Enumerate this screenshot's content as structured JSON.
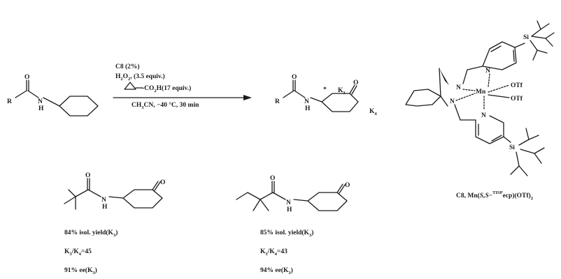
{
  "reactant": {
    "label_R": "R",
    "label_O": "O",
    "label_NH": "N",
    "label_H": "H"
  },
  "conditions": {
    "catalyst": "C8 (2%)",
    "oxidant_pre": "H",
    "oxidant_sub1": "2",
    "oxidant_mid": "O",
    "oxidant_sub2": "2",
    "oxidant_post": ", (3.5 equiv.)",
    "acid_pre": "-CO",
    "acid_sub": "2",
    "acid_post": "H(17 equiv.)",
    "solvent_pre": "CH",
    "solvent_sub": "3",
    "solvent_post": "CN, −40 °C, 30 min"
  },
  "product": {
    "label_R": "R",
    "label_O": "O",
    "label_NH": "N",
    "label_H": "H",
    "star": "*",
    "ring_O": "O",
    "k3": "K",
    "k3_sub": "3",
    "k4": "K",
    "k4_sub": "4"
  },
  "catalyst": {
    "si_top": "Si",
    "si_bottom": "Si",
    "n_py_top": "N",
    "n_amine_top": "N",
    "mn": "Mn",
    "n_amine_bottom": "N",
    "n_py_bottom": "N",
    "otf_1": "OTf",
    "otf_2": "OTf",
    "caption_pre": "C8, Mn(",
    "caption_ital": "S,S",
    "caption_dash": "−",
    "caption_sup": "TISP",
    "caption_post": "ecp)(OTf)",
    "caption_sub": "2"
  },
  "results": [
    {
      "label_O": "O",
      "label_N": "N",
      "label_H": "H",
      "ring_O": "O",
      "yield_text": "84% isol. yield(K",
      "yield_sub": "3",
      "yield_close": ")",
      "ratio_k3": "K",
      "ratio_k3_sub": "3",
      "ratio_mid": "/K",
      "ratio_k4_sub": "4",
      "ratio_val": "=45",
      "ee_text": "91% ee(K",
      "ee_sub": "3",
      "ee_close": ")"
    },
    {
      "label_O": "O",
      "label_N": "N",
      "label_H": "H",
      "ring_O": "O",
      "yield_text": "85% isol. yield(K",
      "yield_sub": "3",
      "yield_close": ")",
      "ratio_k3": "K",
      "ratio_k3_sub": "3",
      "ratio_mid": "/K",
      "ratio_k4_sub": "4",
      "ratio_val": "=43",
      "ee_text": "94% ee(K",
      "ee_sub": "3",
      "ee_close": ")"
    }
  ]
}
